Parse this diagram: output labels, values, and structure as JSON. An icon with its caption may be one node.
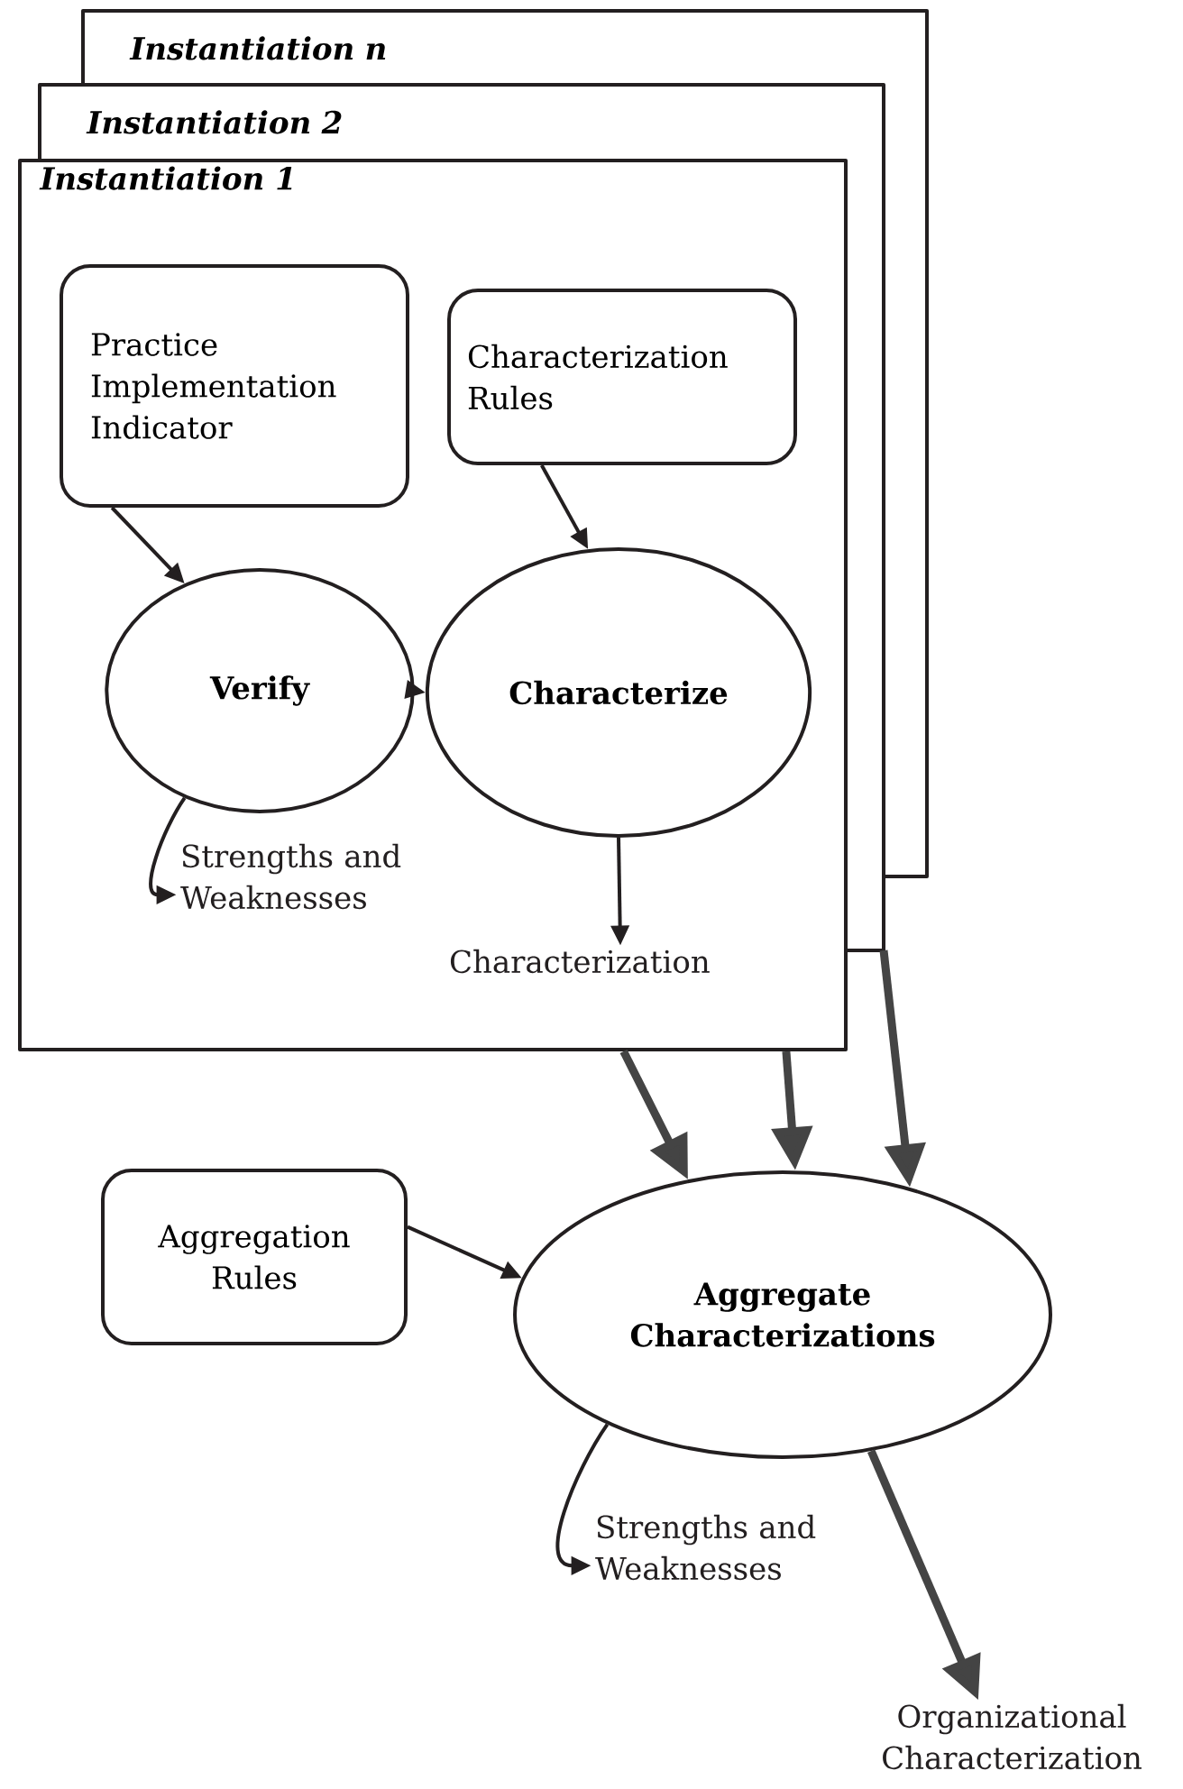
{
  "diagram": {
    "nodes": [
      {
        "text": [
          "Instantiation n"
        ]
      },
      {
        "text": [
          "Instantiation 2"
        ]
      },
      {
        "text": [
          "Instantiation 1"
        ]
      },
      {
        "text": [
          "Practice Implementation Indicator"
        ],
        "in": 2
      },
      {
        "text": [
          "Characterization Rules"
        ],
        "in": 2
      },
      {
        "text": [
          "Verify"
        ],
        "in": 2
      },
      {
        "text": [
          "Characterize"
        ],
        "in": 2
      },
      {
        "text": [
          "Strengths and Weaknesses"
        ],
        "in": 2
      },
      {
        "text": [
          "Characterization"
        ],
        "in": 2
      },
      {
        "text": [
          "Aggregation Rules"
        ]
      },
      {
        "text": [
          "Aggregate Characterizations"
        ]
      },
      {
        "text": [
          "Strengths and Weaknesses"
        ]
      },
      {
        "text": [
          "Organizational Characterization"
        ]
      }
    ],
    "edges": [
      {
        "from": 3,
        "to": 5,
        "arrow": "to"
      },
      {
        "from": 4,
        "to": 6,
        "arrow": "to"
      },
      {
        "from": 5,
        "to": 6,
        "arrow": "to"
      },
      {
        "from": 5,
        "to": 7,
        "arrow": "to"
      },
      {
        "from": 6,
        "to": 8,
        "arrow": "to"
      },
      {
        "from": 2,
        "to": 10,
        "arrow": "to",
        "style": "thick",
        "color": "#444444"
      },
      {
        "from": 2,
        "to": 10,
        "arrow": "to",
        "style": "thick",
        "color": "#444444"
      },
      {
        "from": null,
        "to": 10,
        "arrow": "to",
        "style": "thick",
        "color": "#444444"
      },
      {
        "from": 9,
        "to": 10,
        "arrow": "to"
      },
      {
        "from": 10,
        "to": 11,
        "arrow": "to"
      },
      {
        "from": 10,
        "to": 12,
        "arrow": "to",
        "style": "thick",
        "color": "#444444"
      }
    ]
  }
}
